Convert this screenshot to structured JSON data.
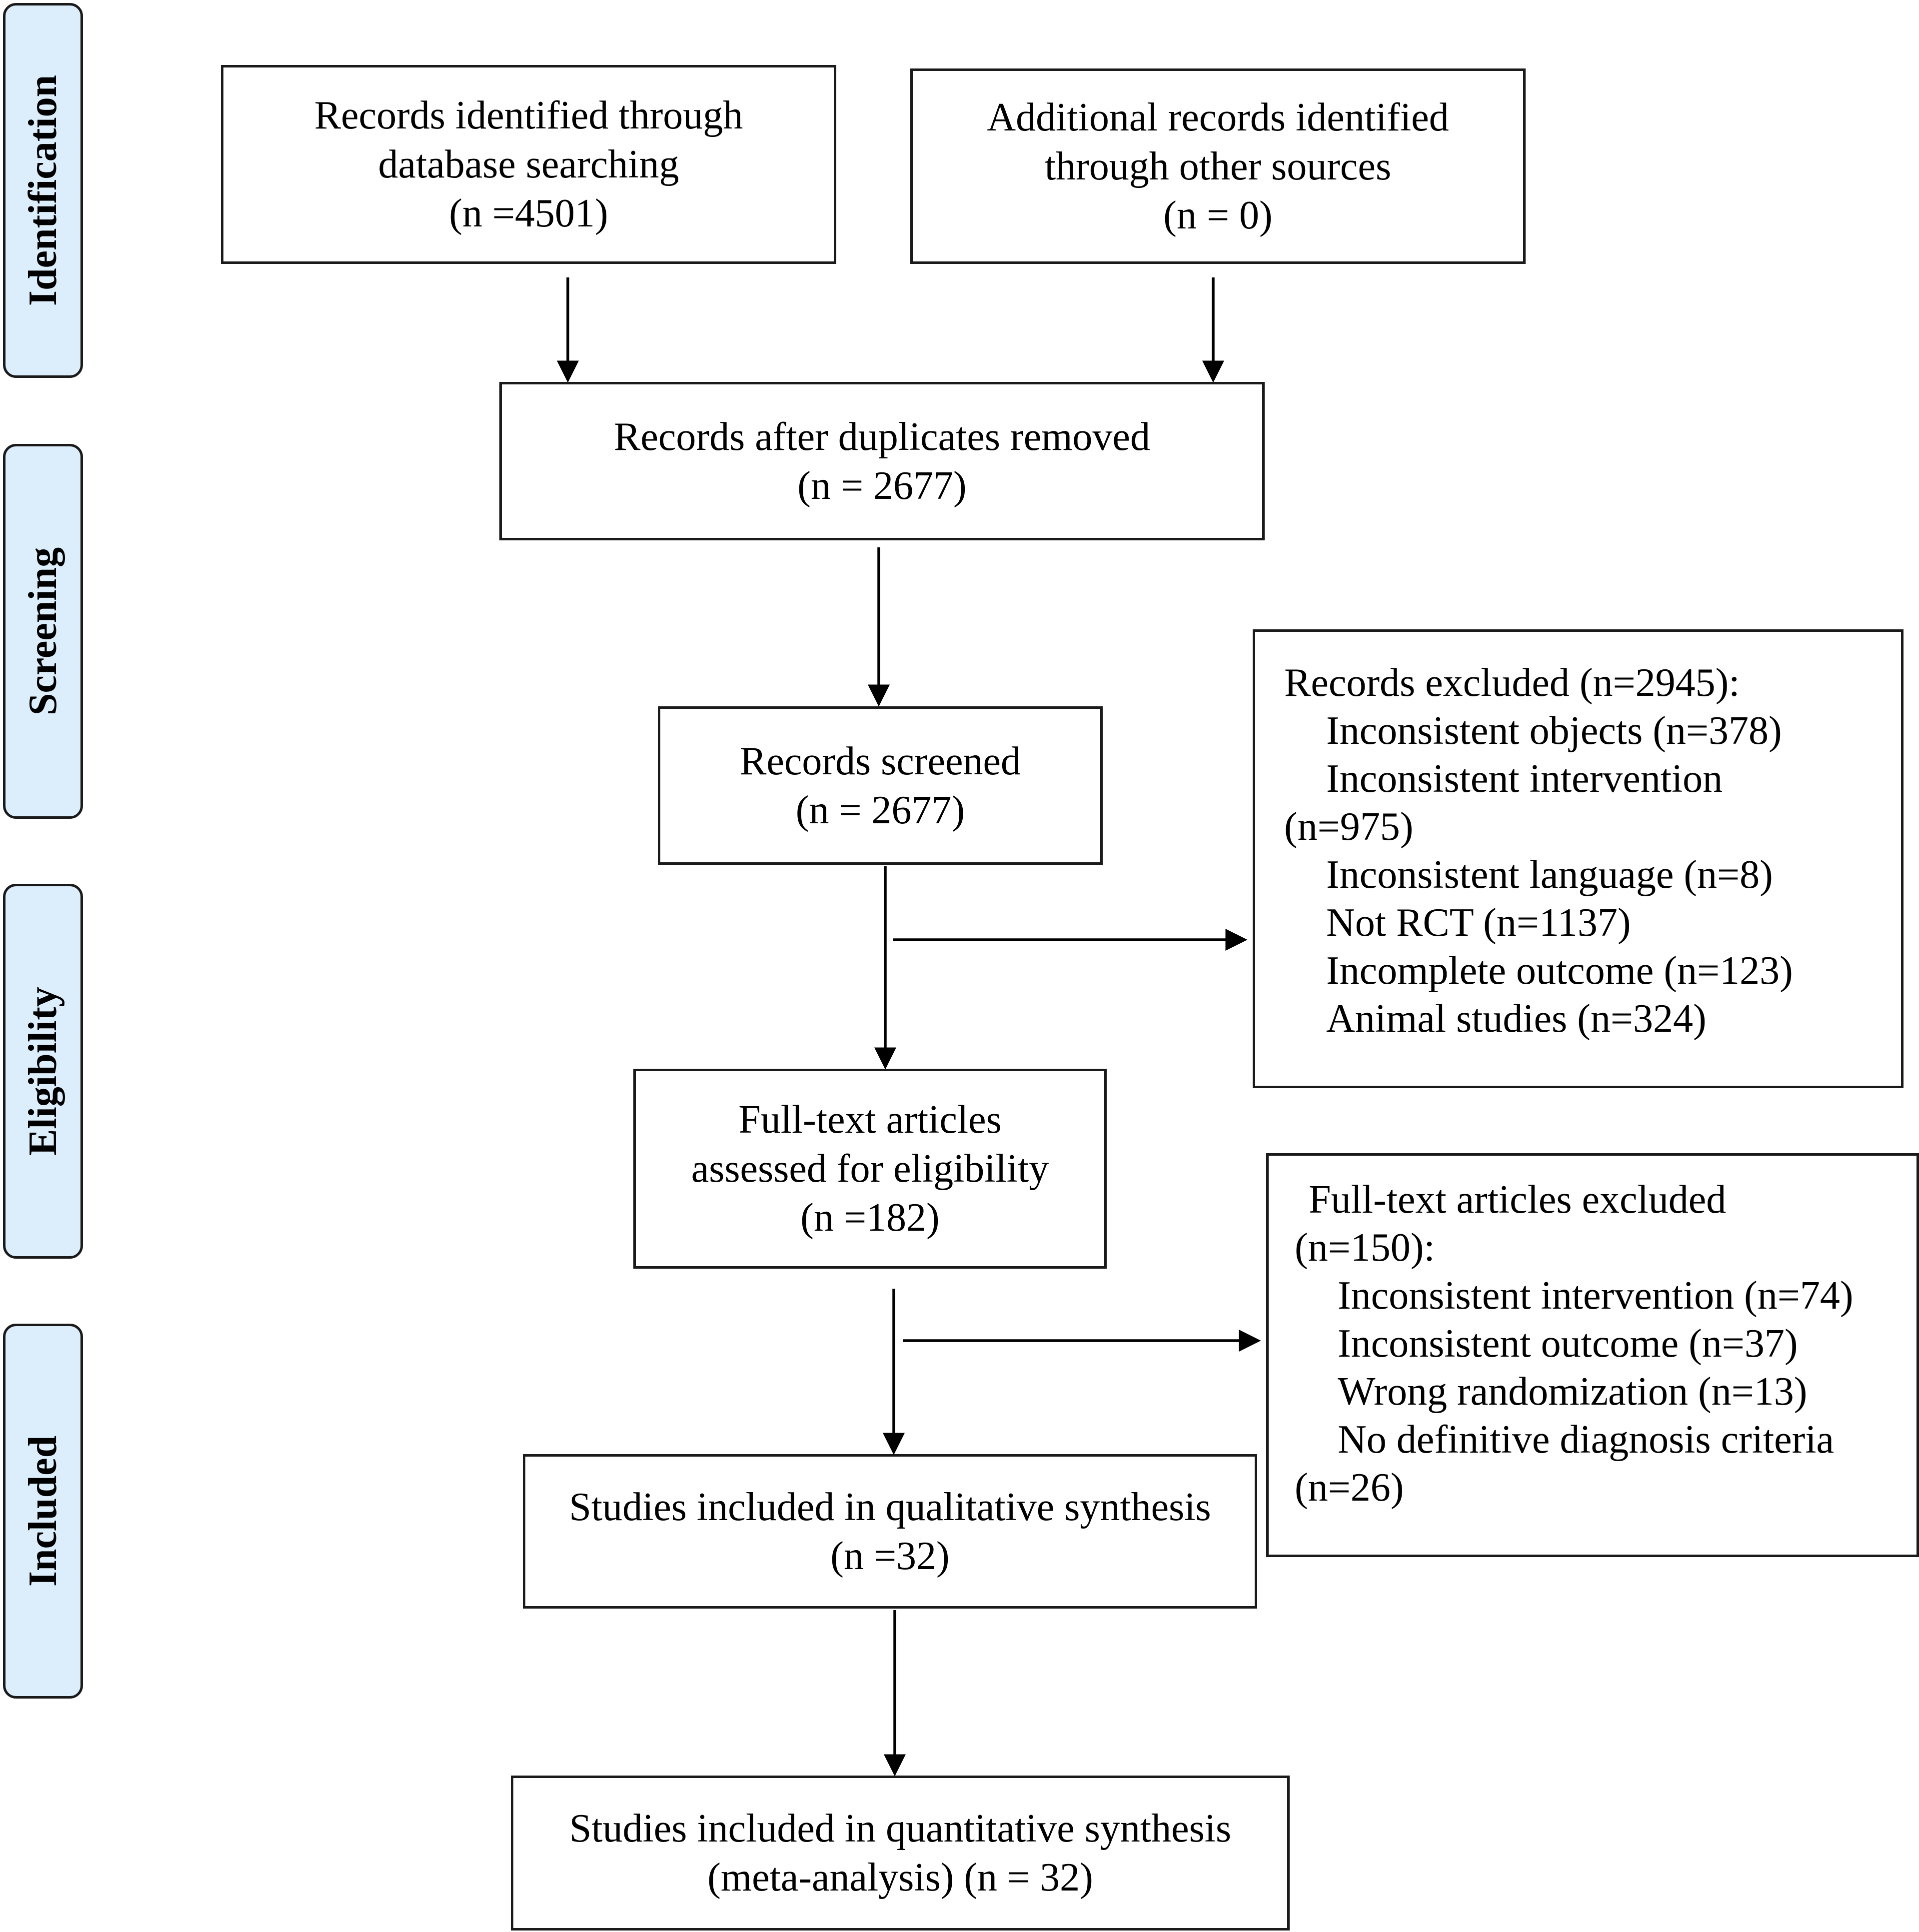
{
  "phases": {
    "identification": "Identification",
    "screening": "Screening",
    "eligibility": "Eligibility",
    "included": "Included"
  },
  "boxes": {
    "database_search": {
      "line1": "Records identified through",
      "line2": "database searching",
      "line3": "(n =4501)"
    },
    "other_sources": {
      "line1": "Additional records identified",
      "line2": "through other sources",
      "line3": "(n = 0)"
    },
    "after_duplicates": {
      "line1": "Records after duplicates removed",
      "line2": "(n = 2677)"
    },
    "screened": {
      "line1": "Records screened",
      "line2": "(n = 2677)"
    },
    "full_text_assessed": {
      "line1": "Full-text articles",
      "line2": "assessed for eligibility",
      "line3": "(n =182)"
    },
    "qualitative": {
      "line1": "Studies included in qualitative synthesis",
      "line2": "(n =32)"
    },
    "quantitative": {
      "line1": "Studies included in quantitative synthesis",
      "line2": "(meta-analysis) (n = 32)"
    }
  },
  "records_excluded": {
    "title": "Records excluded (n=2945):",
    "item1": "Inconsistent objects (n=378)",
    "item2a": "Inconsistent intervention",
    "item2b": "(n=975)",
    "item3": "Inconsistent language (n=8)",
    "item4": "Not RCT (n=1137)",
    "item5": "Incomplete outcome (n=123)",
    "item6": "Animal studies (n=324)"
  },
  "fulltext_excluded": {
    "title": "Full-text articles excluded",
    "title2": "(n=150):",
    "item1": "Inconsistent intervention (n=74)",
    "item2": "Inconsistent outcome (n=37)",
    "item3": "Wrong randomization (n=13)",
    "item4a": "No definitive diagnosis criteria",
    "item4b": "(n=26)"
  }
}
